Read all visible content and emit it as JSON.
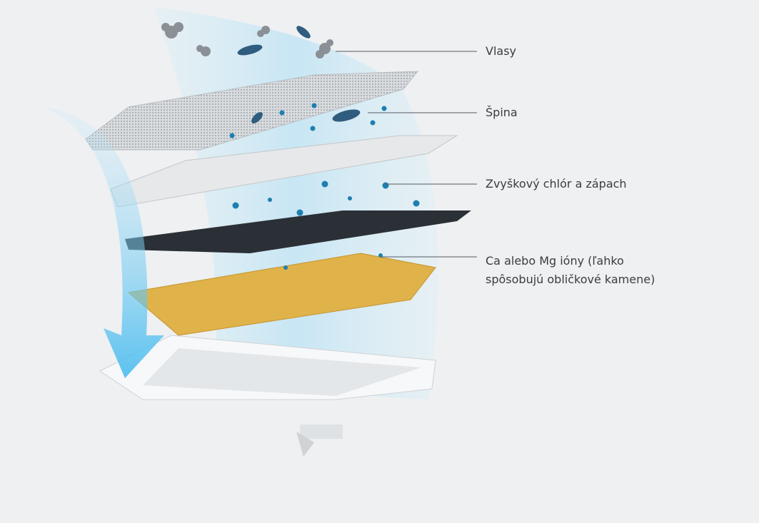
{
  "labels": {
    "hair": "Vlasy",
    "dirt": "Špina",
    "chlorine": "Zvyškový chlór a zápach",
    "ions_line1": "Ca alebo Mg ióny (ľahko",
    "ions_line2": "spôsobujú obličkové kamene)"
  },
  "colors": {
    "background": "#eef0f2",
    "water": "#bfe6f7",
    "particle": "#1d7fb0",
    "carbon": "#2b3036",
    "ion_layer": "#e0b24a",
    "leader": "#555a5f"
  }
}
